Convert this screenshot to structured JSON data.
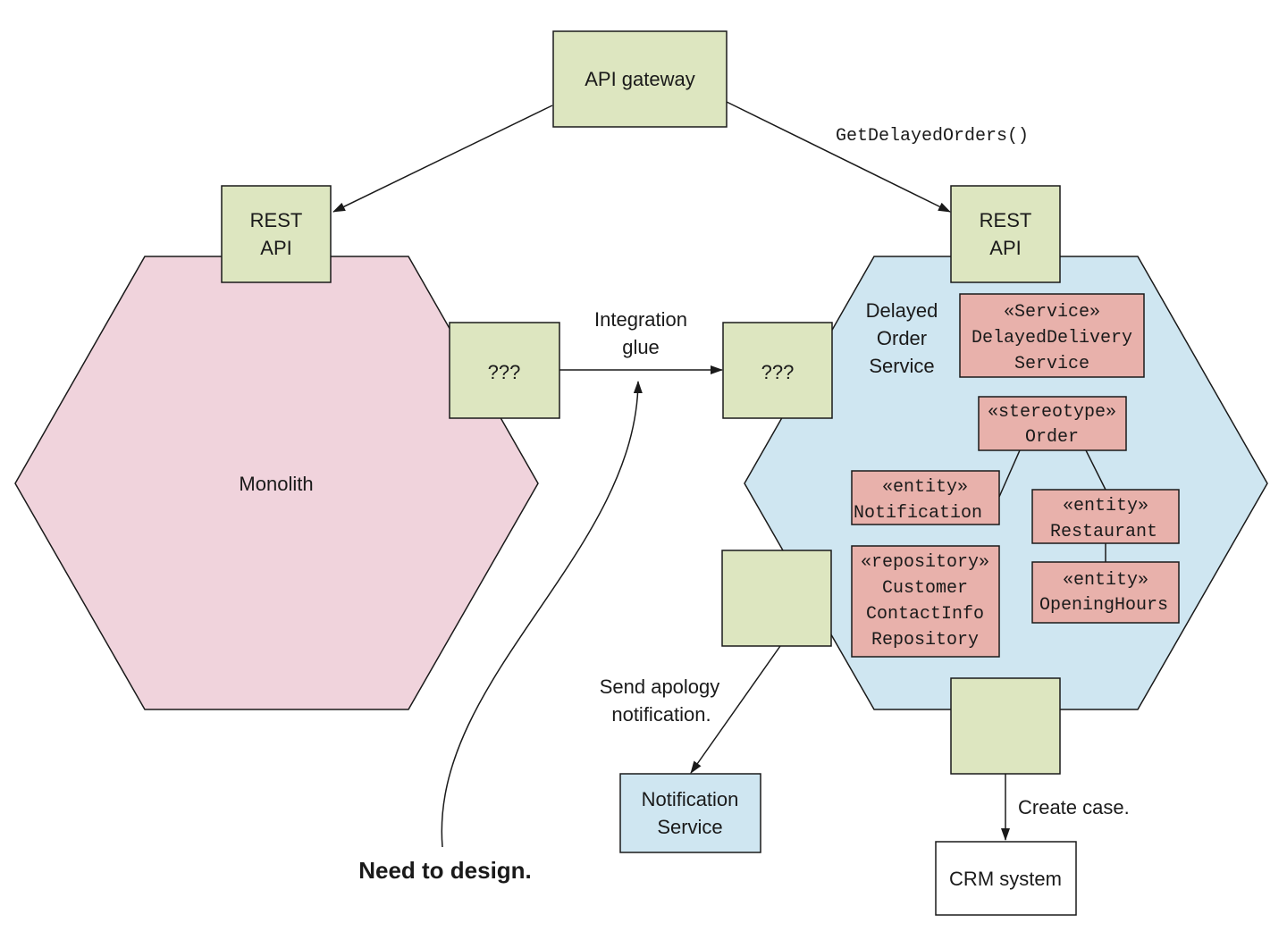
{
  "colors": {
    "port_fill": "#dde6c0",
    "monolith_fill": "#f0d3dc",
    "service_fill": "#cfe6f1",
    "class_fill": "#e8b1ab",
    "plain_fill": "#ffffff",
    "stroke": "#1a1a1a"
  },
  "api_gateway": {
    "label": "API gateway"
  },
  "get_delayed_orders_label": "GetDelayedOrders()",
  "monolith": {
    "label": "Monolith",
    "rest_api": [
      "REST",
      "API"
    ],
    "glue_port": "???"
  },
  "integration_glue": [
    "Integration",
    "glue"
  ],
  "delayed_order_service": {
    "label": [
      "Delayed",
      "Order",
      "Service"
    ],
    "rest_api": [
      "REST",
      "API"
    ],
    "glue_port": "???",
    "classes": {
      "delayed_delivery_service": [
        "«Service»",
        "DelayedDelivery",
        "Service"
      ],
      "order": [
        "«stereotype»",
        "Order"
      ],
      "notification": [
        "«entity»",
        "Notification"
      ],
      "restaurant": [
        "«entity»",
        "Restaurant"
      ],
      "opening_hours": [
        "«entity»",
        "OpeningHours"
      ],
      "customer_contact_info_repository": [
        "«repository»",
        "Customer",
        "ContactInfo",
        "Repository"
      ]
    }
  },
  "send_apology_label": [
    "Send apology",
    "notification."
  ],
  "notification_service": [
    "Notification",
    "Service"
  ],
  "create_case_label": "Create case.",
  "crm_system": "CRM system",
  "need_to_design": "Need to design."
}
